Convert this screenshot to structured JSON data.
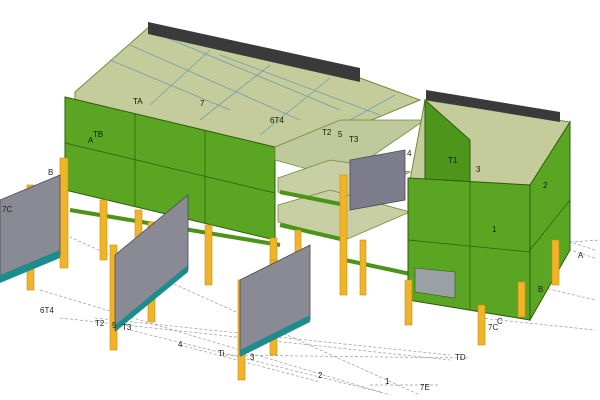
{
  "colors": {
    "wall_green": "#5aa521",
    "wall_green_dark": "#3f7e14",
    "wall_green_edge": "#2d5c0c",
    "roof_tint": "#c9cfa0",
    "column_yellow": "#f0b42a",
    "column_shade": "#c98c12",
    "grey_panel": "#8c8c96",
    "teal_base": "#1c8c8c",
    "dim_line": "#8a8a8a",
    "dark_parapet": "#3a3a3a"
  },
  "labels": {
    "roof_TA": "TA",
    "roof_TB": "TB",
    "roof_A": "A",
    "roof_7": "7",
    "roof_6T4": "6T4",
    "roof_T2": "T2",
    "roof_5": "5",
    "roof_T3": "T3",
    "right_4": "4",
    "right_T1": "T1",
    "right_3": "3",
    "right_2": "2",
    "right_1": "1",
    "left_B": "B",
    "left_7C": "7C",
    "grid_6T4": "6T4",
    "grid_T2": "T2",
    "grid_5": "5",
    "grid_T3": "T3",
    "grid_4": "4",
    "grid_Ti": "Ti",
    "grid_3": "3",
    "grid_2": "2",
    "grid_1": "1",
    "grid_TD": "TD",
    "grid_TE": "7E",
    "grid_A": "A",
    "grid_B": "B",
    "grid_C": "C",
    "grid_TC": "7C"
  }
}
